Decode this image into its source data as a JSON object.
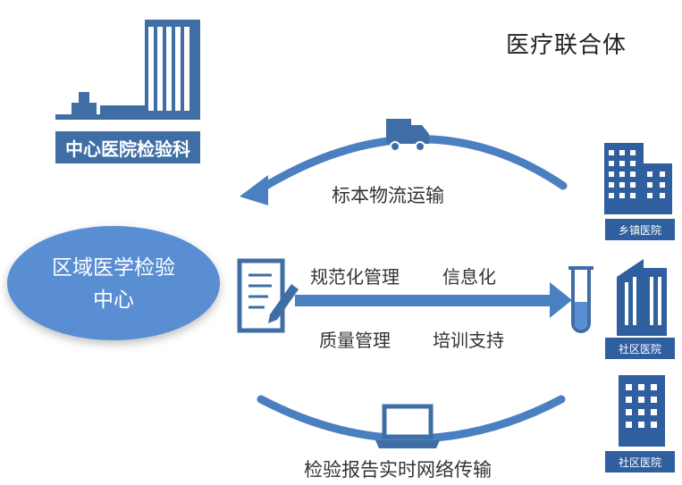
{
  "title": "医疗联合体",
  "hq": {
    "label": "中心医院检验科"
  },
  "center": {
    "line1": "区域医学检验",
    "line2": "中心"
  },
  "flows": {
    "specimen": "标本物流运输",
    "report": "检验报告实时网络传输"
  },
  "management": {
    "item1": "规范化管理",
    "item2": "信息化",
    "item3": "质量管理",
    "item4": "培训支持"
  },
  "facilities": [
    {
      "label": "乡镇医院"
    },
    {
      "label": "社区医院"
    },
    {
      "label": "社区医院"
    }
  ],
  "colors": {
    "dark_blue": "#2f5f9e",
    "mid_blue": "#3f6ea5",
    "light_blue": "#5a8ed3",
    "arrow_blue": "#4a7fc0"
  }
}
